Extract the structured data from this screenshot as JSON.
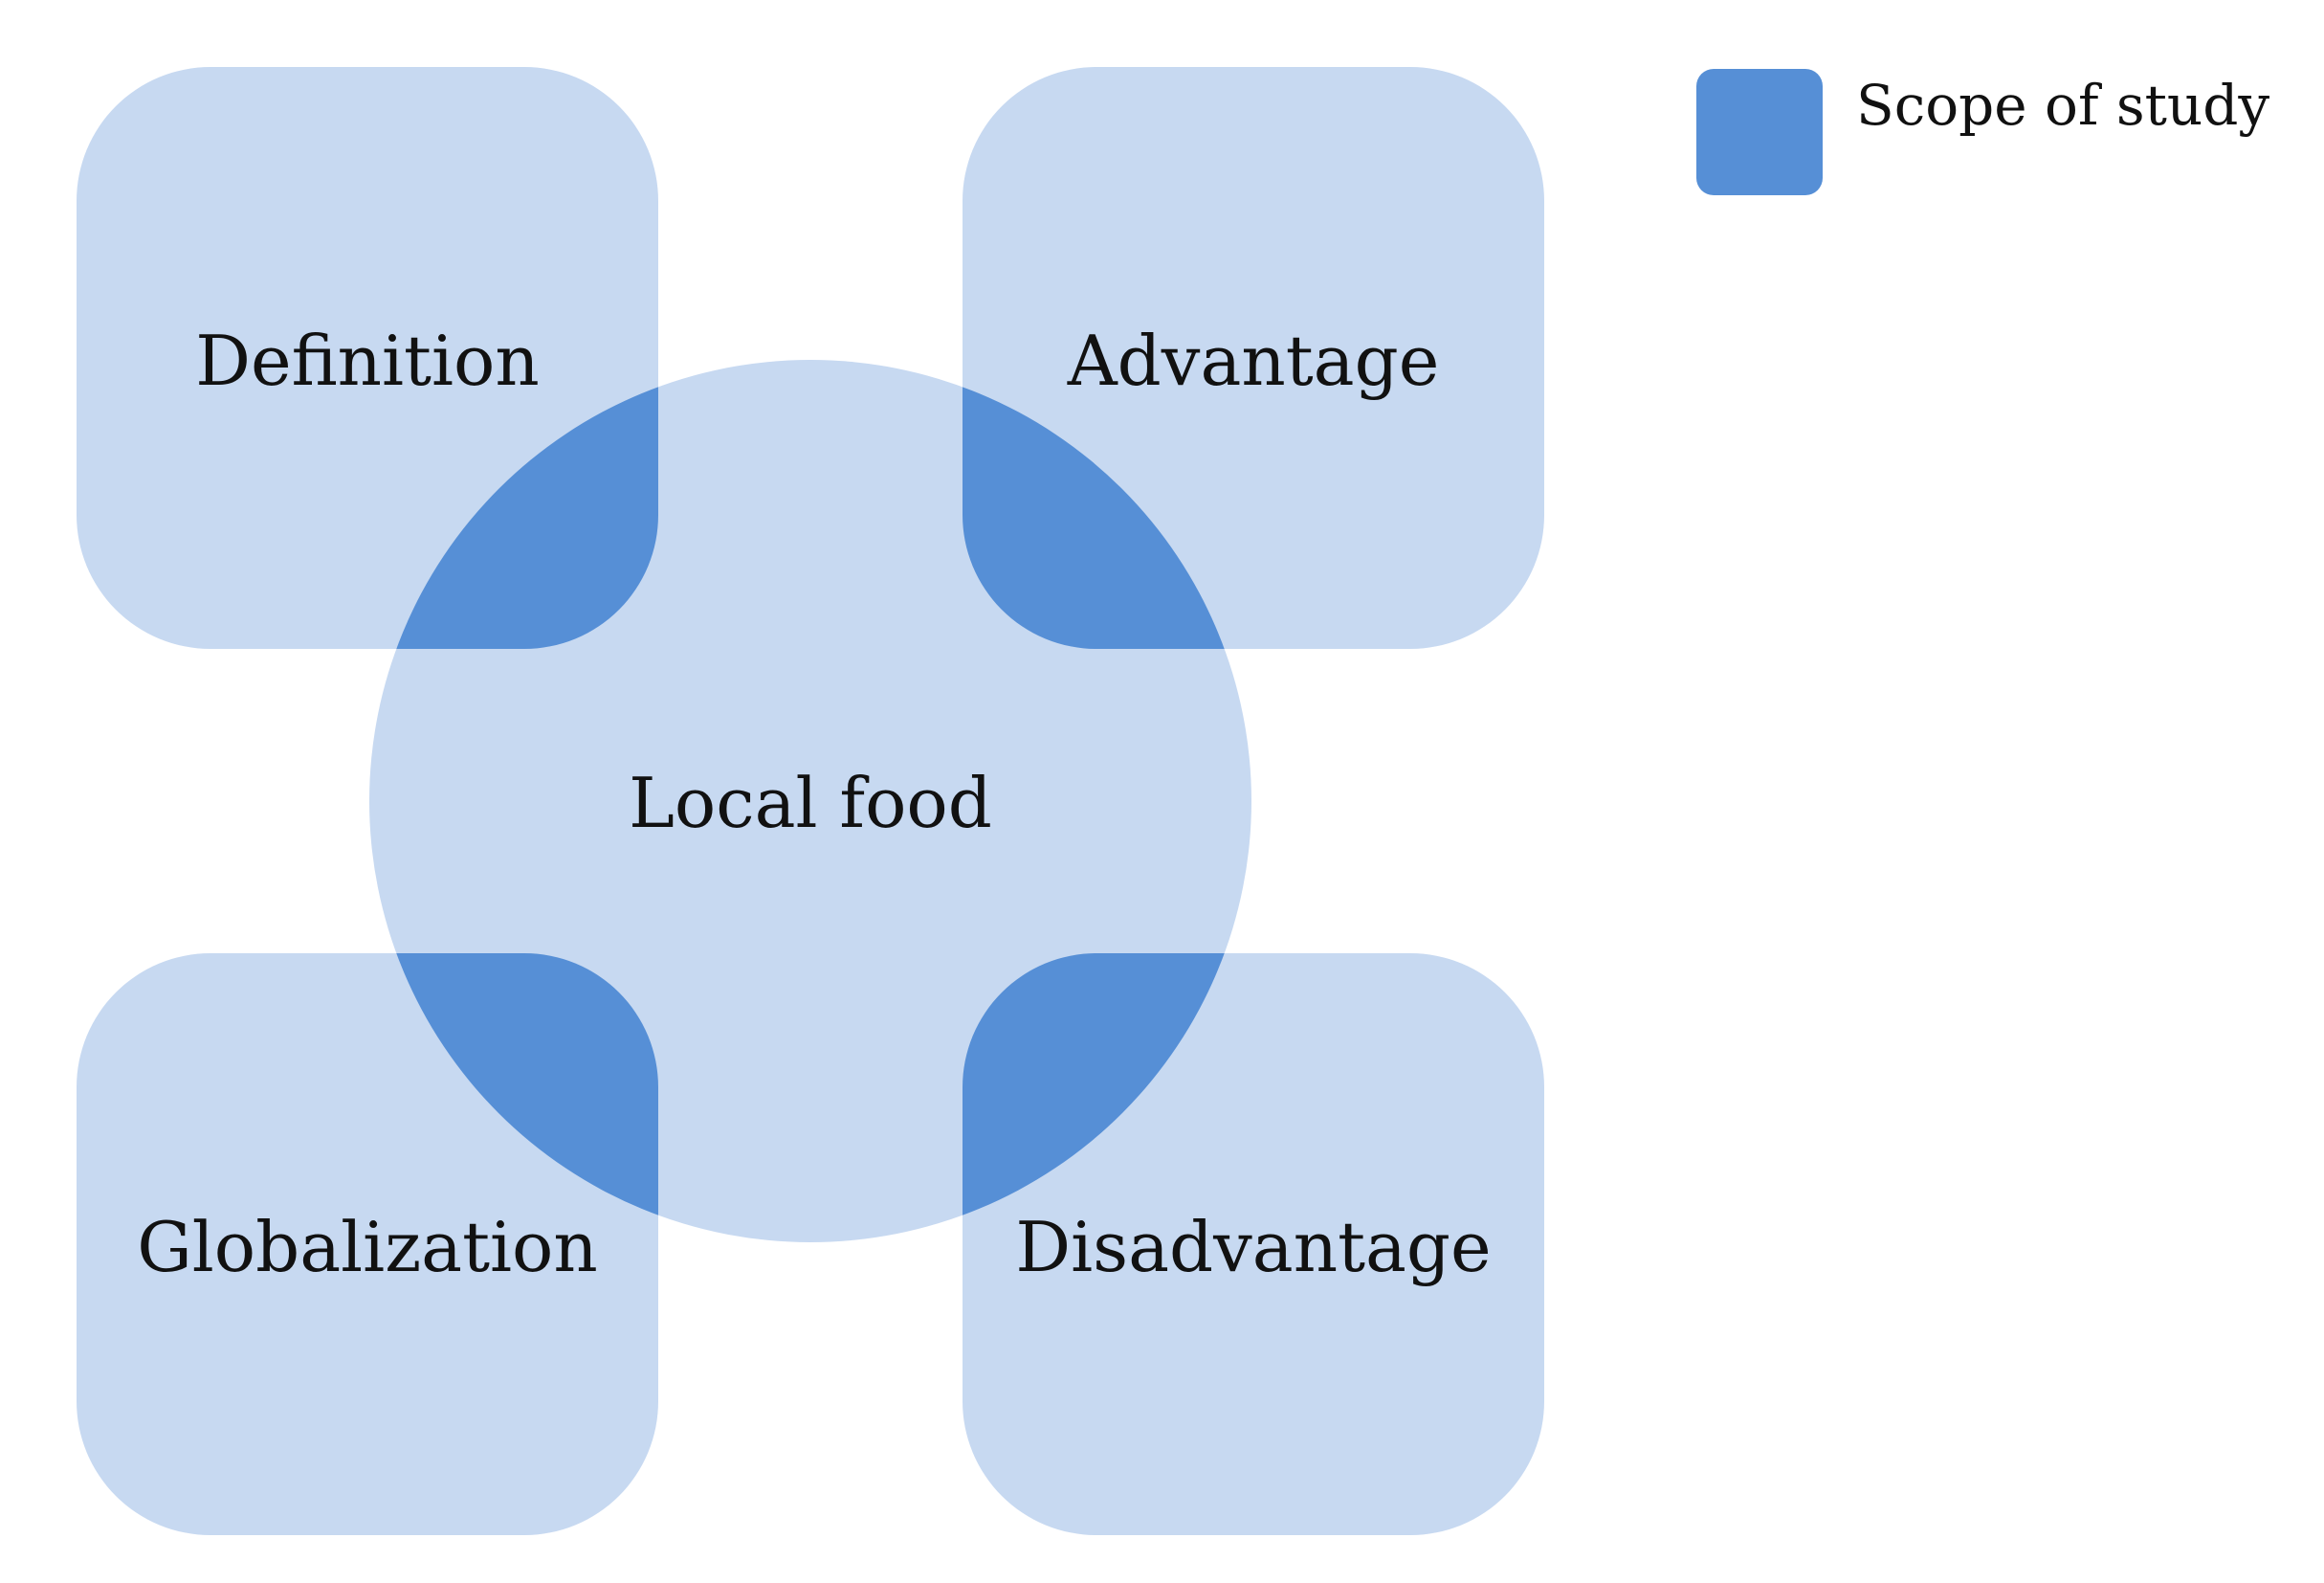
{
  "colors": {
    "light": "#c7d9f1",
    "dark": "#568fd6",
    "text": "#111111"
  },
  "center": {
    "label": "Local food"
  },
  "boxes": {
    "top_left": {
      "label": "Definition"
    },
    "top_right": {
      "label": "Advantage"
    },
    "bottom_left": {
      "label": "Globalization"
    },
    "bottom_right": {
      "label": "Disadvantage"
    }
  },
  "legend": {
    "label": "Scope of study"
  }
}
